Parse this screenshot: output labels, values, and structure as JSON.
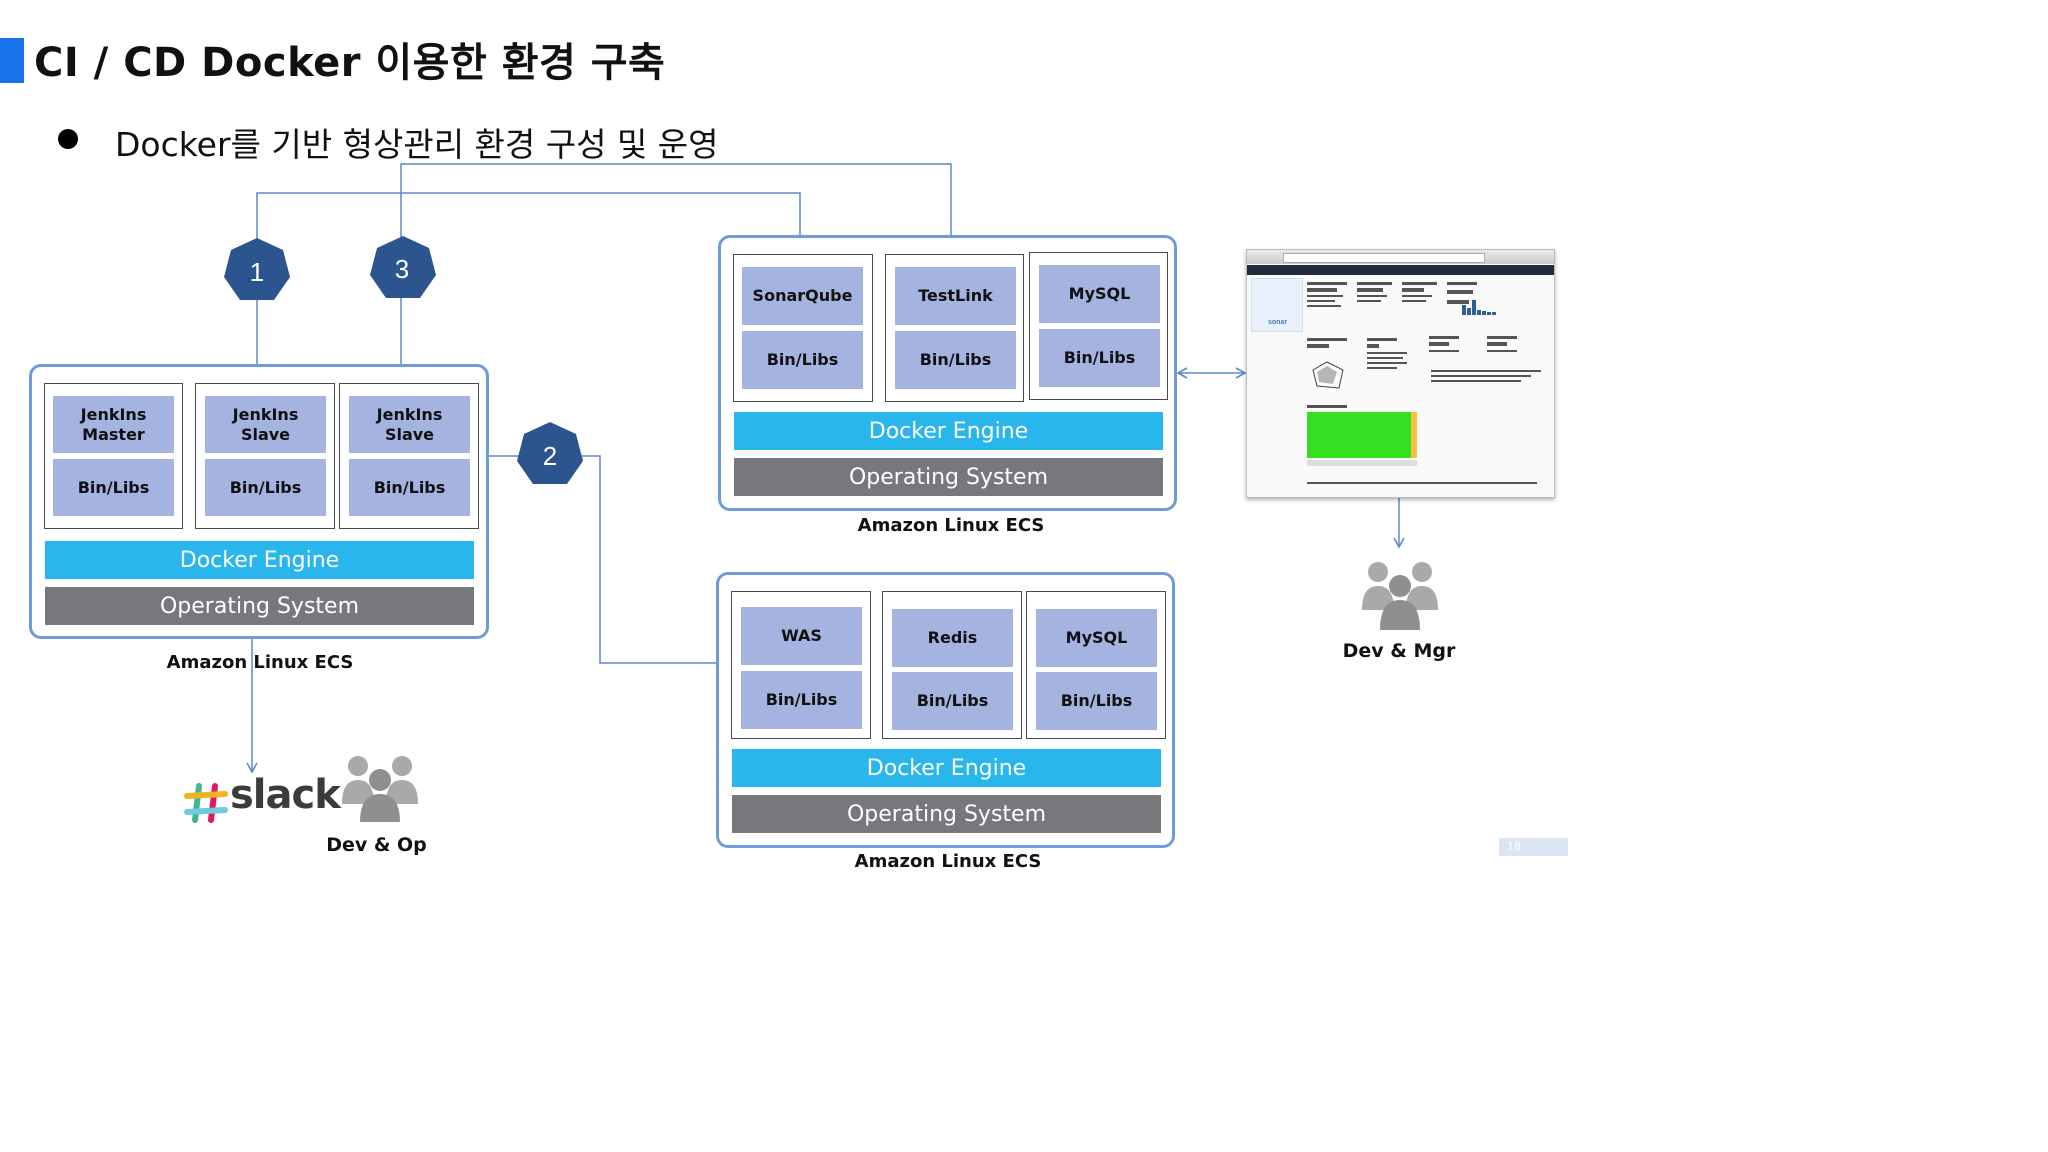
{
  "title": "CI / CD Docker 이용한 환경 구축",
  "bullet": "Docker를 기반 형상관리 환경 구성 및 운영",
  "steps": [
    "1",
    "2",
    "3"
  ],
  "jenkins_host": {
    "containers": [
      {
        "name": "JenkIns\nMaster",
        "libs": "Bin/Libs"
      },
      {
        "name": "JenkIns\nSlave",
        "libs": "Bin/Libs"
      },
      {
        "name": "JenkIns\nSlave",
        "libs": "Bin/Libs"
      }
    ],
    "engine": "Docker Engine",
    "os": "Operating System",
    "label": "Amazon Linux ECS"
  },
  "quality_host": {
    "containers": [
      {
        "name": "SonarQube",
        "libs": "Bin/Libs"
      },
      {
        "name": "TestLink",
        "libs": "Bin/Libs"
      },
      {
        "name": "MySQL",
        "libs": "Bin/Libs"
      }
    ],
    "engine": "Docker Engine",
    "os": "Operating System",
    "label": "Amazon Linux ECS"
  },
  "app_host": {
    "containers": [
      {
        "name": "WAS",
        "libs": "Bin/Libs"
      },
      {
        "name": "Redis",
        "libs": "Bin/Libs"
      },
      {
        "name": "MySQL",
        "libs": "Bin/Libs"
      }
    ],
    "engine": "Docker Engine",
    "os": "Operating System",
    "label": "Amazon Linux ECS"
  },
  "sonar_screenshot": {
    "logo": "sonar"
  },
  "slack": {
    "logo": "slack"
  },
  "dev_op": "Dev & Op",
  "dev_mgr": "Dev & Mgr",
  "page_number": "18",
  "colors": {
    "accent": "#1a73e8",
    "host_border": "#6f9bd8",
    "cell": "#a4b3e0",
    "engine": "#29b6ec",
    "os": "#76787c",
    "step_circle": "#2c5590",
    "connector": "#5a8ac9"
  },
  "icons": [
    "people-group-icon",
    "slack-hash-icon",
    "arrow-icon"
  ]
}
